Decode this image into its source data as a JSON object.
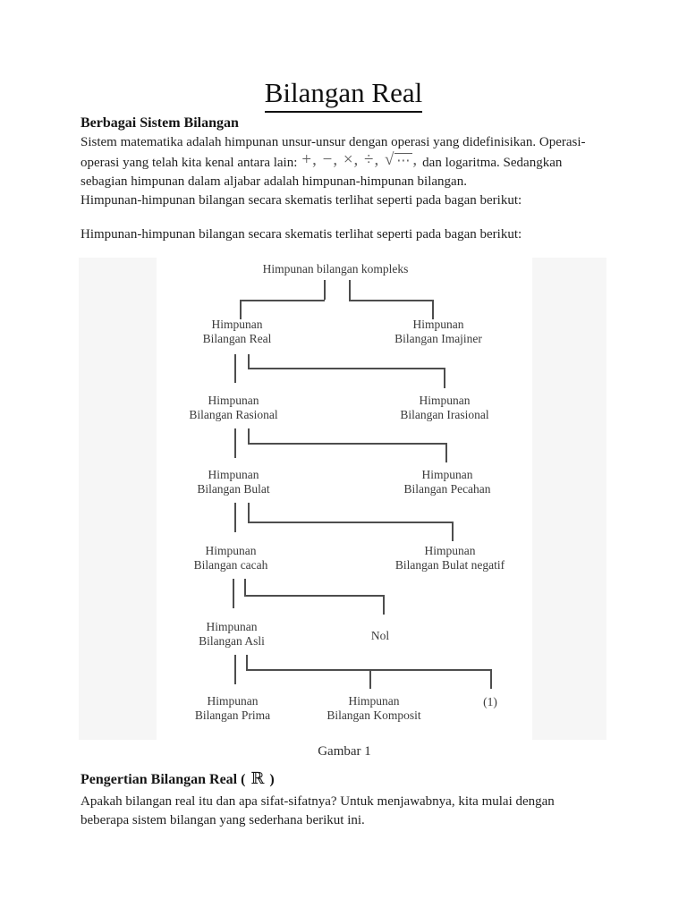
{
  "doc": {
    "title": "Bilangan Real",
    "intro": {
      "heading": "Berbagai Sistem Bilangan",
      "line1": "Sistem matematika adalah himpunan unsur-unsur dengan operasi yang didefinisikan. Operasi-",
      "line2_prefix": "operasi yang telah kita kenal antara lain:",
      "math": {
        "ops": "+, −, ×, ÷,",
        "root_sign": "√",
        "root_dots": "⋯",
        "comma": ","
      },
      "line2_suffix": "dan logaritma. Sedangkan",
      "line3": "sebagian himpunan dalam aljabar adalah himpunan-himpunan bilangan.",
      "line4": "Himpunan-himpunan bilangan secara skematis terlihat seperti pada bagan berikut:",
      "repeat_line": "Himpunan-himpunan bilangan secara skematis terlihat seperti pada bagan berikut:"
    },
    "diagram": {
      "caption": "Gambar 1",
      "nodes": {
        "kompleks": {
          "line1": "Himpunan bilangan kompleks"
        },
        "real": {
          "line1": "Himpunan",
          "line2": "Bilangan Real"
        },
        "imajiner": {
          "line1": "Himpunan",
          "line2": "Bilangan Imajiner"
        },
        "rasional": {
          "line1": "Himpunan",
          "line2": "Bilangan Rasional"
        },
        "irasional": {
          "line1": "Himpunan",
          "line2": "Bilangan Irasional"
        },
        "bulat": {
          "line1": "Himpunan",
          "line2": "Bilangan Bulat"
        },
        "pecahan": {
          "line1": "Himpunan",
          "line2": "Bilangan Pecahan"
        },
        "cacah": {
          "line1": "Himpunan",
          "line2": "Bilangan cacah"
        },
        "bulat_negatif": {
          "line1": "Himpunan",
          "line2": "Bilangan Bulat negatif"
        },
        "asli": {
          "line1": "Himpunan",
          "line2": "Bilangan Asli"
        },
        "nol": {
          "line1": "Nol"
        },
        "prima": {
          "line1": "Himpunan",
          "line2": "Bilangan Prima"
        },
        "komposit": {
          "line1": "Himpunan",
          "line2": "Bilangan Komposit"
        },
        "satu": {
          "line1": "(1)"
        }
      }
    },
    "pengertian": {
      "heading_prefix": "Pengertian Bilangan Real (",
      "heading_symbol": "ℝ",
      "heading_suffix": ")",
      "line1": "Apakah bilangan real itu dan apa sifat-sifatnya? Untuk menjawabnya, kita mulai dengan",
      "line2": "beberapa sistem bilangan yang sederhana berikut ini."
    },
    "colors": {
      "text": "#1f1f1f",
      "diagram_line": "#4d4d4d",
      "figure_backdrop": "#f6f6f6"
    }
  }
}
